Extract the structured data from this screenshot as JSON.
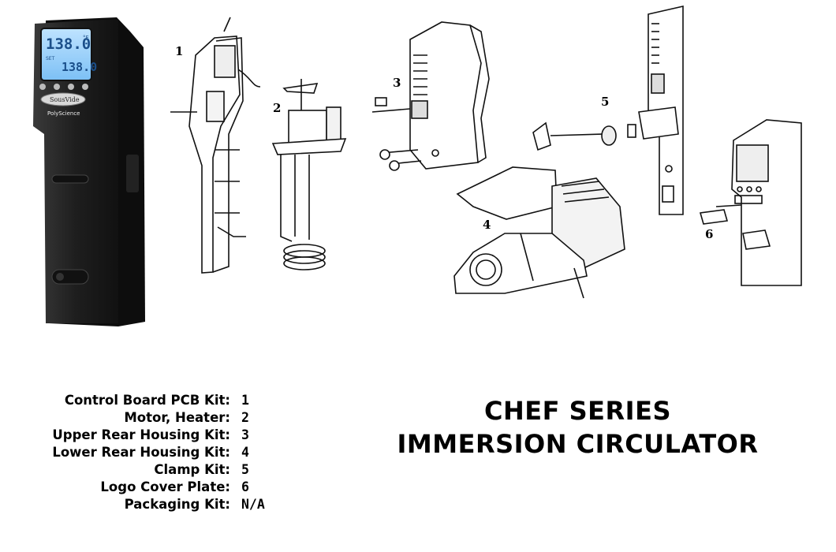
{
  "title": {
    "line1": "CHEF SERIES",
    "line2": "IMMERSION CIRCULATOR"
  },
  "device": {
    "display_set_temp": "138.0",
    "display_unit": "°F",
    "display_label": "SET",
    "display_actual_temp": "138.0",
    "brand_badge": "SousVide",
    "brand_sub": "PolyScience"
  },
  "callouts": [
    "1",
    "2",
    "3",
    "4",
    "5",
    "6"
  ],
  "parts": [
    {
      "name": "Control Board PCB Kit:",
      "number": "1"
    },
    {
      "name": "Motor, Heater:",
      "number": "2"
    },
    {
      "name": "Upper Rear Housing Kit:",
      "number": "3"
    },
    {
      "name": "Lower Rear Housing Kit:",
      "number": "4"
    },
    {
      "name": "Clamp Kit:",
      "number": "5"
    },
    {
      "name": "Logo Cover Plate:",
      "number": "6"
    },
    {
      "name": "Packaging Kit:",
      "number": "N/A"
    }
  ]
}
